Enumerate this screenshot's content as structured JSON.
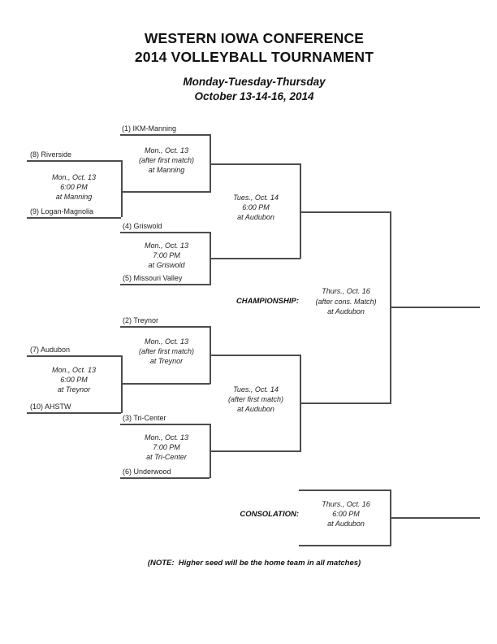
{
  "page": {
    "title_line1": "WESTERN IOWA CONFERENCE",
    "title_line2": "2014 VOLLEYBALL TOURNAMENT",
    "subtitle_line1": "Monday-Tuesday-Thursday",
    "subtitle_line2": "October 13-14-16, 2014",
    "note": "(NOTE:  Higher seed will be the home team in all matches)"
  },
  "bracket": {
    "seeds": {
      "s1": "(1) IKM-Manning",
      "s2": "(2) Treynor",
      "s3": "(3) Tri-Center",
      "s4": "(4) Griswold",
      "s5": "(5) Missouri Valley",
      "s6": "(6) Underwood",
      "s7": "(7) Audubon",
      "s8": "(8) Riverside",
      "s9": "(9) Logan-Magnolia",
      "s10": "(10) AHSTW"
    },
    "matches": {
      "playin1": {
        "line1": "Mon., Oct. 13",
        "line2": "6:00 PM",
        "line3": "at Manning"
      },
      "qf1": {
        "line1": "Mon., Oct. 13",
        "line2": "(after first match)",
        "line3": "at Manning"
      },
      "qf2": {
        "line1": "Mon., Oct. 13",
        "line2": "7:00 PM",
        "line3": "at Griswold"
      },
      "sf1": {
        "line1": "Tues., Oct. 14",
        "line2": "6:00 PM",
        "line3": "at Audubon"
      },
      "playin2": {
        "line1": "Mon., Oct. 13",
        "line2": "6:00 PM",
        "line3": "at Treynor"
      },
      "qf3": {
        "line1": "Mon., Oct. 13",
        "line2": "(after first match)",
        "line3": "at Treynor"
      },
      "qf4": {
        "line1": "Mon., Oct. 13",
        "line2": "7:00 PM",
        "line3": "at Tri-Center"
      },
      "sf2": {
        "line1": "Tues., Oct. 14",
        "line2": "(after first match)",
        "line3": "at Audubon"
      },
      "championship": {
        "label": "CHAMPIONSHIP:",
        "line1": "Thurs., Oct. 16",
        "line2": "(after cons. Match)",
        "line3": "at Audubon"
      },
      "consolation": {
        "label": "CONSOLATION:",
        "line1": "Thurs., Oct. 16",
        "line2": "6:00 PM",
        "line3": "at Audubon"
      }
    }
  },
  "colors": {
    "line": "#4d4d4d",
    "text": "#1f1f1f",
    "background": "#ffffff"
  }
}
